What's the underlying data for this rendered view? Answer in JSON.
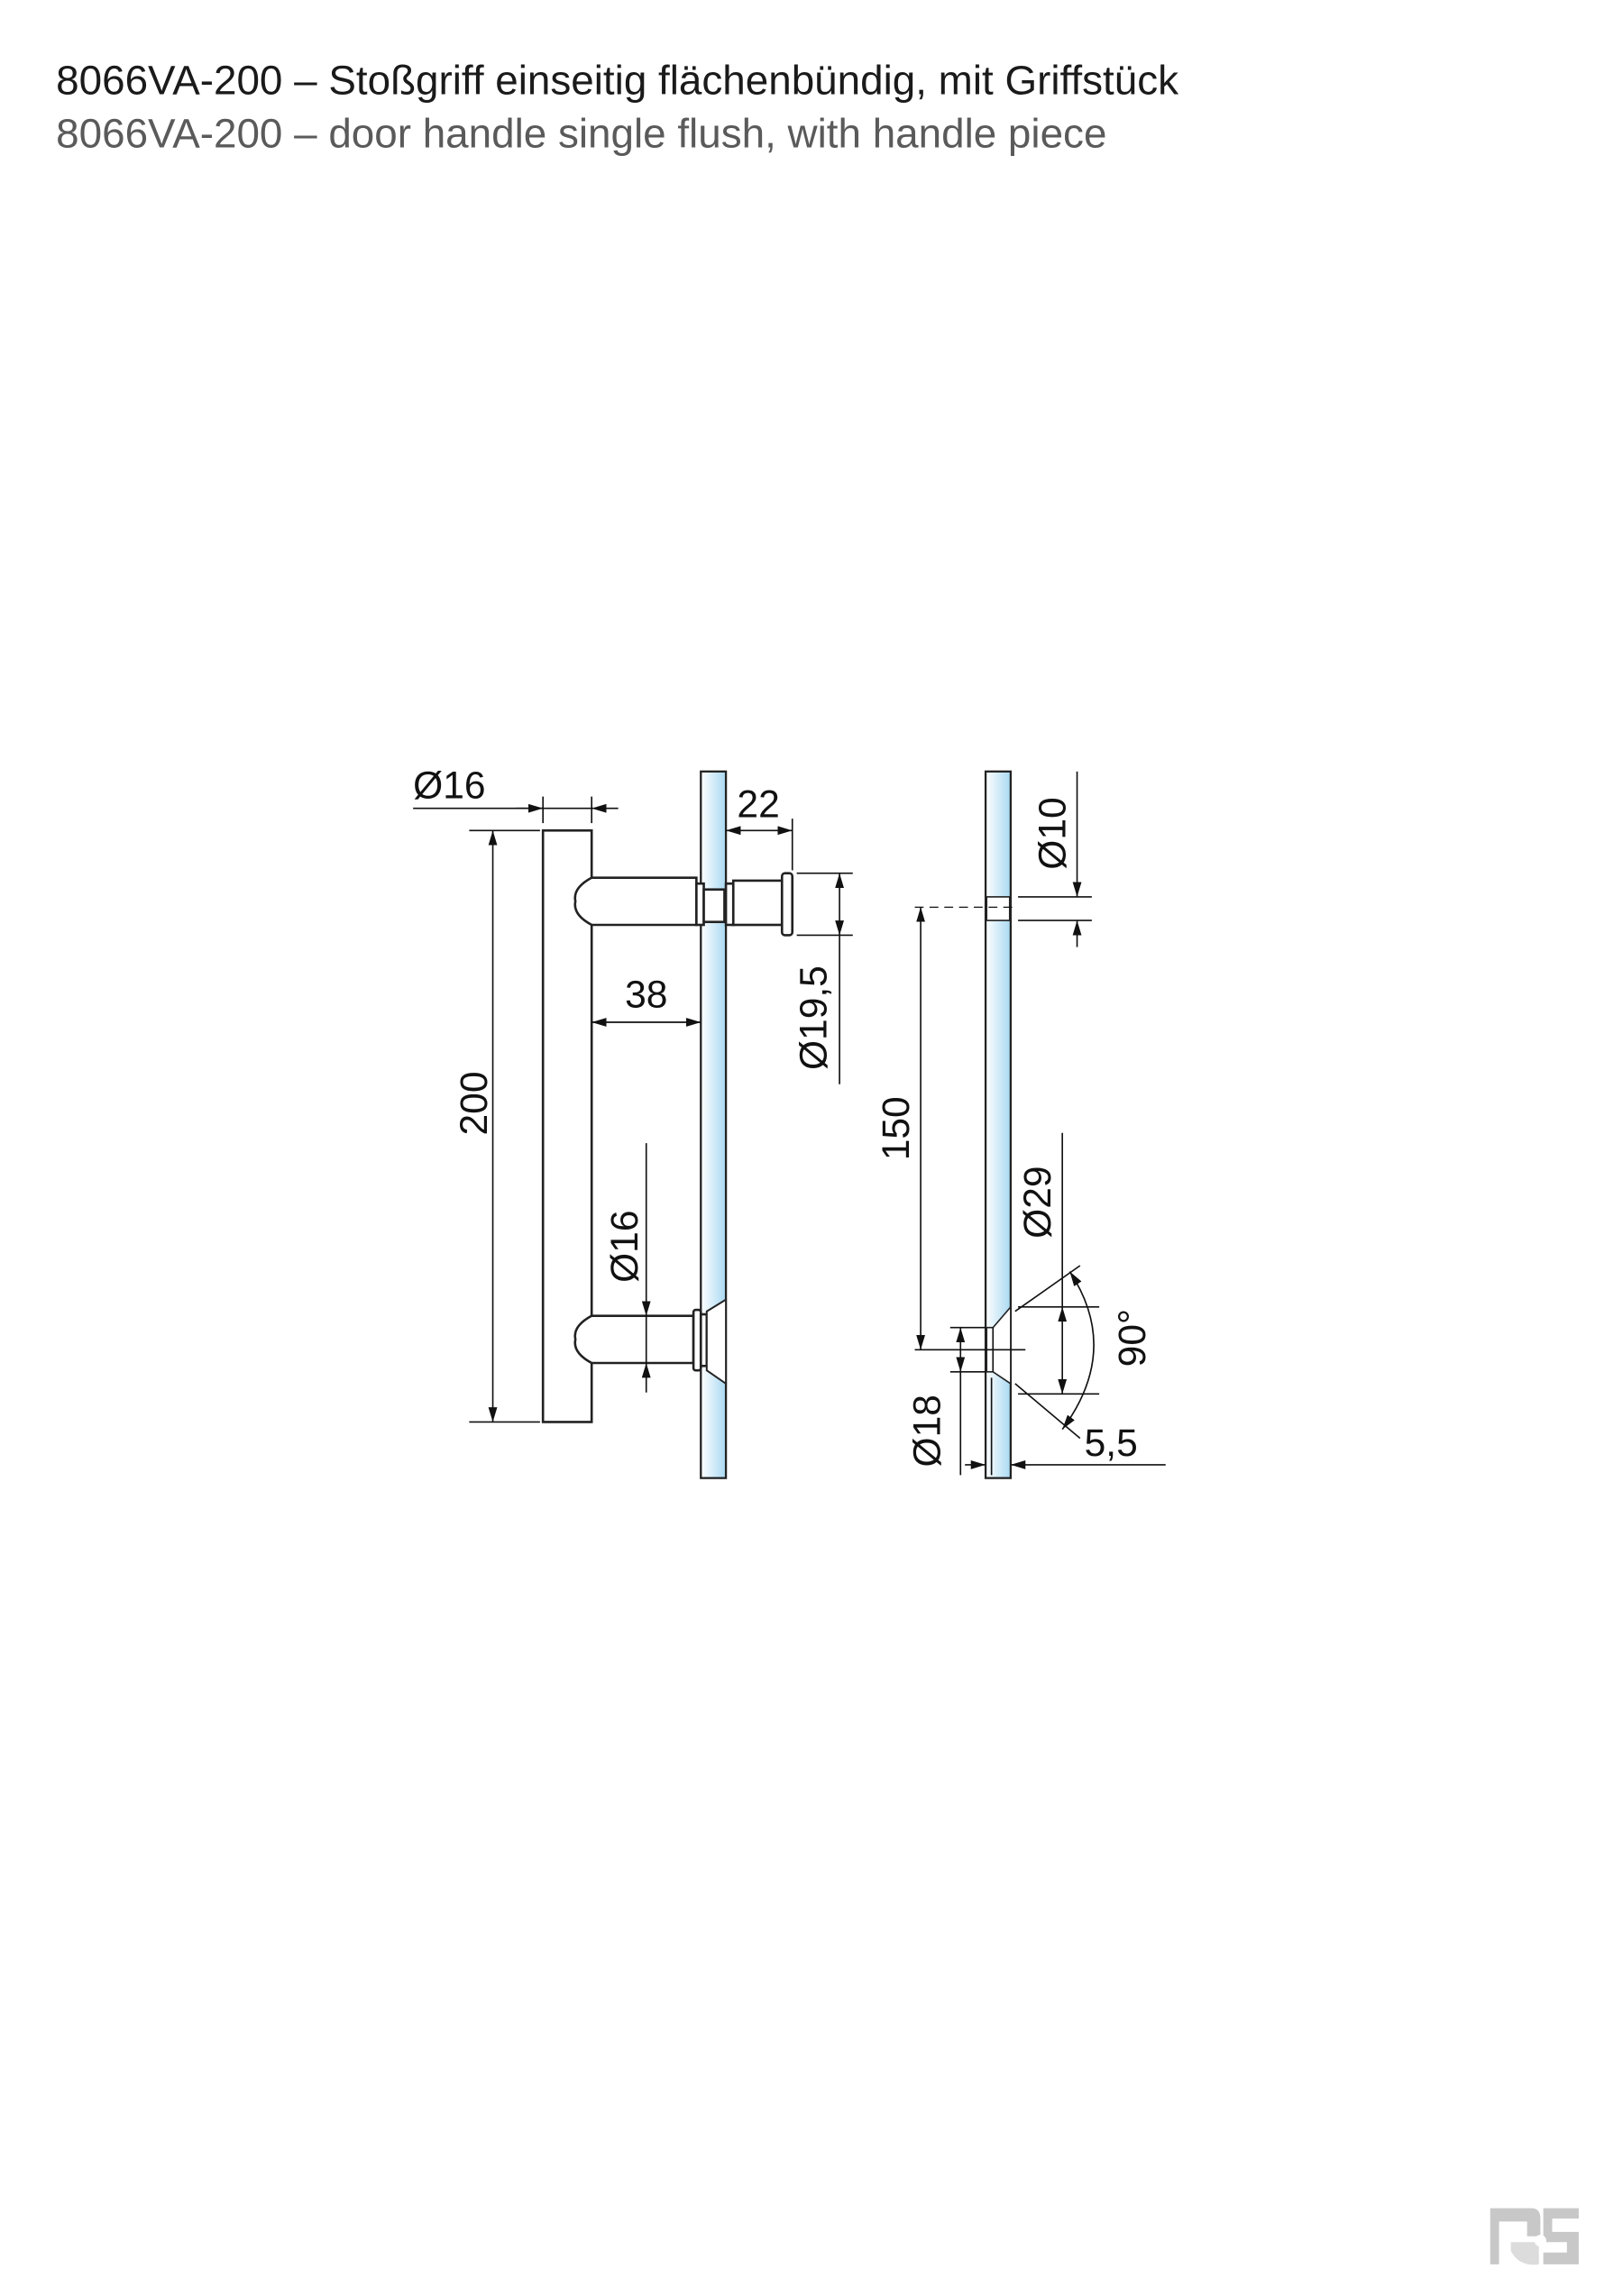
{
  "header": {
    "title_de": "8066VA-200 – Stoßgriff einseitig flächenbündig, mit Griffstück",
    "title_en": "8066VA-200 – door handle single flush, with handle piece"
  },
  "drawing": {
    "left_view": {
      "dim_grip_diameter": "Ø16",
      "dim_length": "200",
      "dim_offset": "38",
      "dim_knob_projection": "22",
      "dim_knob_diameter": "Ø19,5",
      "dim_post_diameter": "Ø16"
    },
    "right_view": {
      "dim_hole_small": "Ø10",
      "dim_hole_spacing": "150",
      "dim_countersink_diameter": "Ø29",
      "dim_angle": "90°",
      "dim_hole_large": "Ø18",
      "dim_glass_thickness": "5,5"
    },
    "glass_color": "#a9d9f2"
  },
  "logo": {
    "text": "RS",
    "color": "#c8c8c8"
  }
}
